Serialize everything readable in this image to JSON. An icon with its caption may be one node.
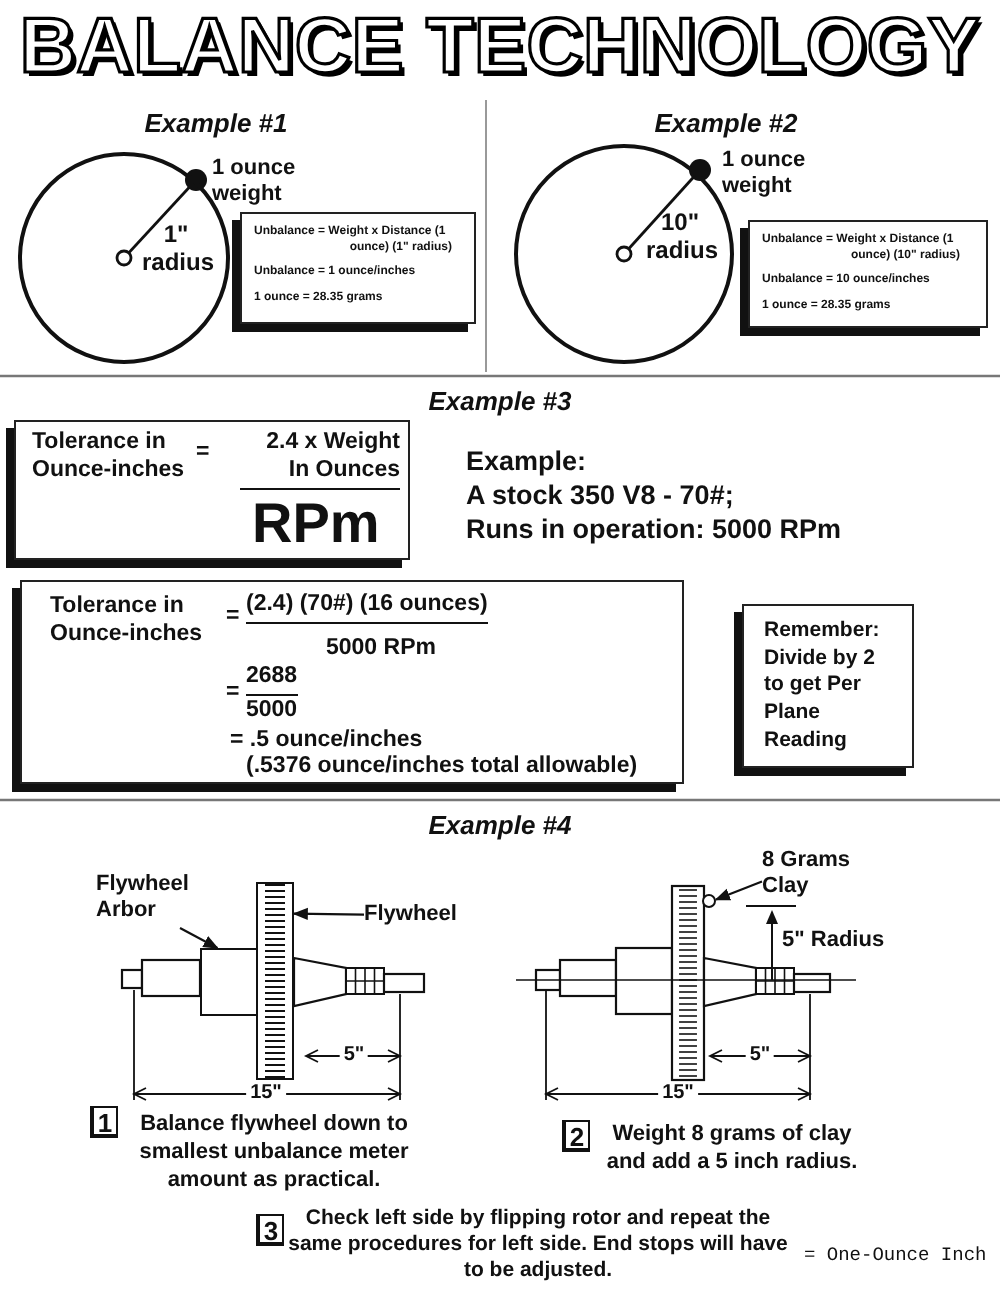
{
  "diagram": {
    "title": "BALANCE TECHNOLOGY",
    "nodes": [
      {
        "text": [
          "1\" radius"
        ]
      },
      {
        "text": [
          "Unbalance = Weight x Distance (1 ounce) (1\" radius)",
          "Unbalance = 1 ounce/inches",
          "1 ounce = 28.35 grams"
        ]
      },
      {
        "text": [
          "10\" radius"
        ]
      },
      {
        "text": [
          "Unbalance = Weight x Distance (1 ounce) (10\" radius)",
          "Unbalance = 10 ounce/inches",
          "1 ounce = 28.35 grams"
        ]
      },
      {
        "text": [
          "Tolerance in Ounce-inches",
          "=",
          "2.4 x Weight In Ounces",
          "RPm"
        ]
      },
      {
        "text": [
          "Tolerance in Ounce-inches",
          "=",
          "(2.4) (70#) (16 ounces)",
          "5000 RPm",
          "=",
          "2688",
          "5000",
          "= .5 ounce/inches",
          "(.5376 ounce/inches total allowable)"
        ]
      },
      {
        "text": [
          "Remember: Divide by 2 to get Per Plane Reading"
        ]
      },
      {
        "text": [
          "Flywheel Arbor"
        ]
      },
      {
        "text": [],
        "shape": "box"
      },
      {
        "text": [
          "Flywheel"
        ]
      },
      {
        "text": [],
        "shape": "box"
      },
      {
        "text": [
          "8 Grams Clay"
        ]
      },
      {
        "text": [],
        "shape": "circle"
      }
    ],
    "edges": [
      {
        "from": 7,
        "to": 8,
        "arrow": "to"
      },
      {
        "from": 9,
        "to": 10,
        "arrow": "to"
      },
      {
        "from": 11,
        "to": 12,
        "arrow": "to"
      }
    ],
    "labels": [
      "Example #1",
      "1 ounce weight",
      "Example #2",
      "1 ounce weight",
      "Example #3",
      "Example:",
      "A stock 350 V8 - 70#;",
      "Runs in operation: 5000 RPm",
      "Example #4",
      "5\"",
      "15\"",
      "1",
      "Balance flywheel down to smallest unbalance meter amount as practical.",
      "5\" Radius",
      "5\"",
      "15\"",
      "2",
      "Weight 8 grams of clay and add a 5 inch radius.",
      "3",
      "Check left side by flipping rotor and repeat the same procedures for left side. End stops will have to be adjusted.",
      "= One-Ounce Inch"
    ]
  }
}
